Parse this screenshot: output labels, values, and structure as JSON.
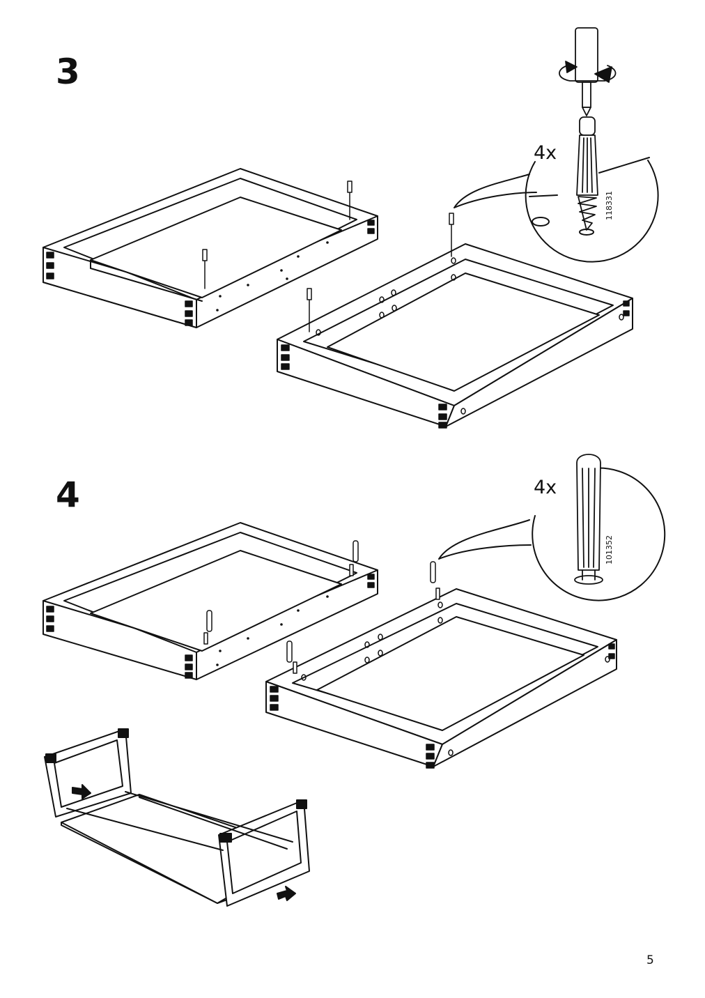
{
  "steps": [
    {
      "number": "3",
      "quantity": "4x",
      "part_number": "118331",
      "part_icon": "cam-lock-screw-icon",
      "tool_icon": "phillips-screwdriver-icon"
    },
    {
      "number": "4",
      "quantity": "4x",
      "part_number": "101352",
      "part_icon": "wooden-dowel-icon"
    }
  ],
  "page_number": "5",
  "colors": {
    "ink": "#111111",
    "paper": "#ffffff"
  }
}
